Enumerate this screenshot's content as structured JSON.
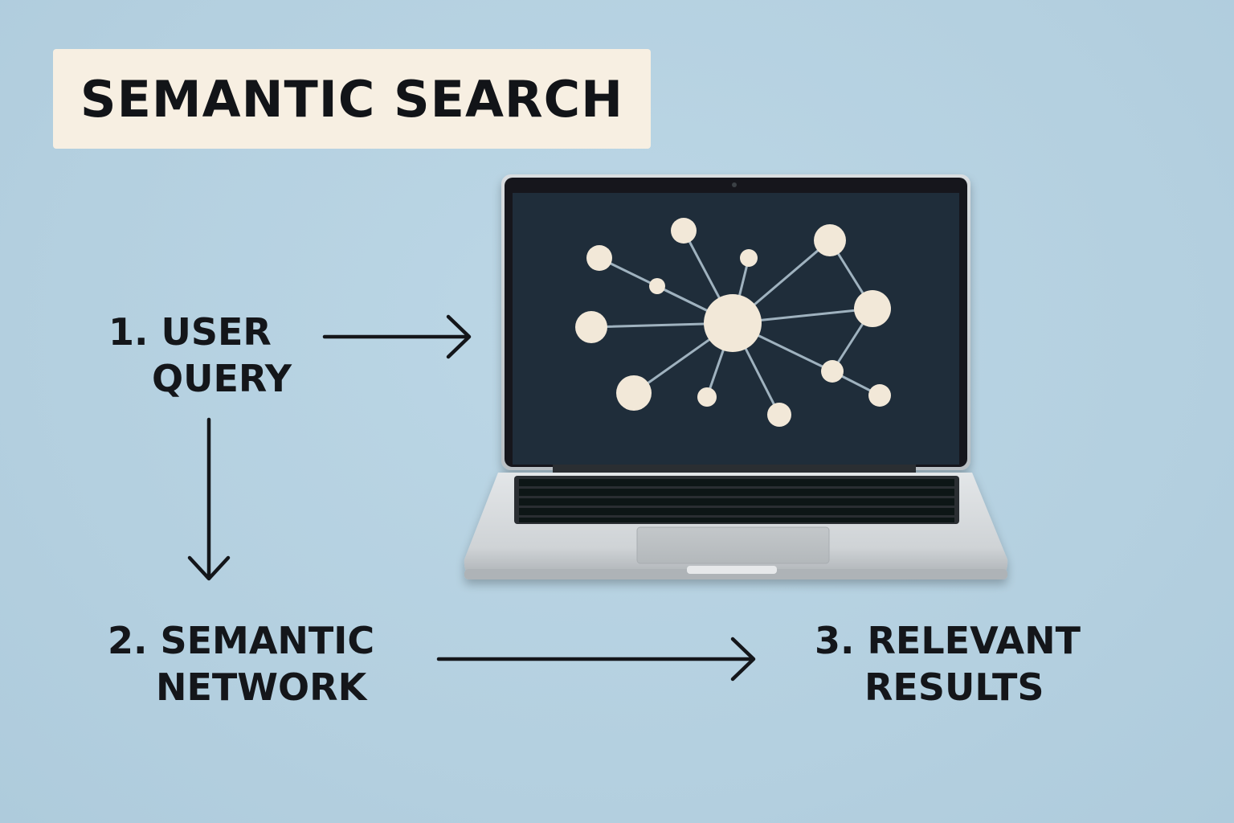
{
  "title": "SEMANTIC SEARCH",
  "steps": [
    {
      "number": "1.",
      "line1": "USER",
      "line2": "QUERY"
    },
    {
      "number": "2.",
      "line1": "SEMANTIC",
      "line2": "NETWORK"
    },
    {
      "number": "3.",
      "line1": "RELEVANT",
      "line2": "RESULTS"
    }
  ],
  "colors": {
    "background": "#b6d2e2",
    "title_box": "#f7efe2",
    "text": "#14161a",
    "screen": "#1f2d3a",
    "node": "#f2e8d8",
    "edge": "#9fb2bf"
  },
  "icons": [
    "laptop-icon",
    "network-graph-icon",
    "arrow-right-icon",
    "arrow-down-icon"
  ]
}
